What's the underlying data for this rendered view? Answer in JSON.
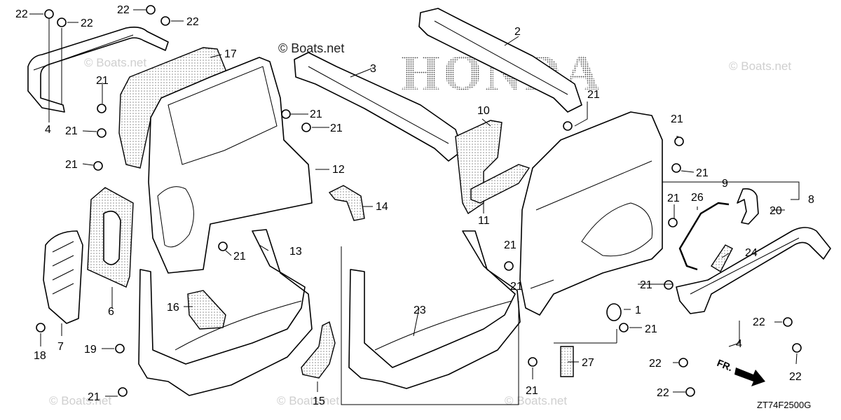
{
  "copyright": "© Boats.net",
  "watermark": "© Boats.net",
  "brand": "HONDA",
  "diagram_code": "ZT74F2500G",
  "front_indicator": "FR.",
  "callouts": [
    {
      "id": "c22a",
      "text": "22"
    },
    {
      "id": "c22b",
      "text": "22"
    },
    {
      "id": "c22c",
      "text": "22"
    },
    {
      "id": "c22d",
      "text": "22"
    },
    {
      "id": "c4a",
      "text": "4"
    },
    {
      "id": "c17",
      "text": "17"
    },
    {
      "id": "c3",
      "text": "3"
    },
    {
      "id": "c2",
      "text": "2"
    },
    {
      "id": "c21a",
      "text": "21"
    },
    {
      "id": "c21b",
      "text": "21"
    },
    {
      "id": "c21c",
      "text": "21"
    },
    {
      "id": "c21d",
      "text": "21"
    },
    {
      "id": "c21e",
      "text": "21"
    },
    {
      "id": "c12",
      "text": "12"
    },
    {
      "id": "c10",
      "text": "10"
    },
    {
      "id": "c14",
      "text": "14"
    },
    {
      "id": "c11",
      "text": "11"
    },
    {
      "id": "c21f",
      "text": "21"
    },
    {
      "id": "c21g",
      "text": "21"
    },
    {
      "id": "c21h",
      "text": "21"
    },
    {
      "id": "c9",
      "text": "9"
    },
    {
      "id": "c8",
      "text": "8"
    },
    {
      "id": "c20",
      "text": "20"
    },
    {
      "id": "c26",
      "text": "26"
    },
    {
      "id": "c21i",
      "text": "21"
    },
    {
      "id": "c6",
      "text": "6"
    },
    {
      "id": "c21j",
      "text": "21"
    },
    {
      "id": "c13",
      "text": "13"
    },
    {
      "id": "c21k",
      "text": "21"
    },
    {
      "id": "c24",
      "text": "24"
    },
    {
      "id": "c16",
      "text": "16"
    },
    {
      "id": "c23",
      "text": "23"
    },
    {
      "id": "c1",
      "text": "1"
    },
    {
      "id": "c21l",
      "text": "21"
    },
    {
      "id": "c21m",
      "text": "21"
    },
    {
      "id": "c7",
      "text": "7"
    },
    {
      "id": "c18",
      "text": "18"
    },
    {
      "id": "c19",
      "text": "19"
    },
    {
      "id": "c22e",
      "text": "22"
    },
    {
      "id": "c4b",
      "text": "4"
    },
    {
      "id": "c27",
      "text": "27"
    },
    {
      "id": "c21n",
      "text": "21"
    },
    {
      "id": "c22f",
      "text": "22"
    },
    {
      "id": "c22g",
      "text": "22"
    },
    {
      "id": "c21o",
      "text": "21"
    },
    {
      "id": "c15",
      "text": "15"
    },
    {
      "id": "c21p",
      "text": "21"
    },
    {
      "id": "c22h",
      "text": "22"
    },
    {
      "id": "c22i",
      "text": "22"
    }
  ]
}
